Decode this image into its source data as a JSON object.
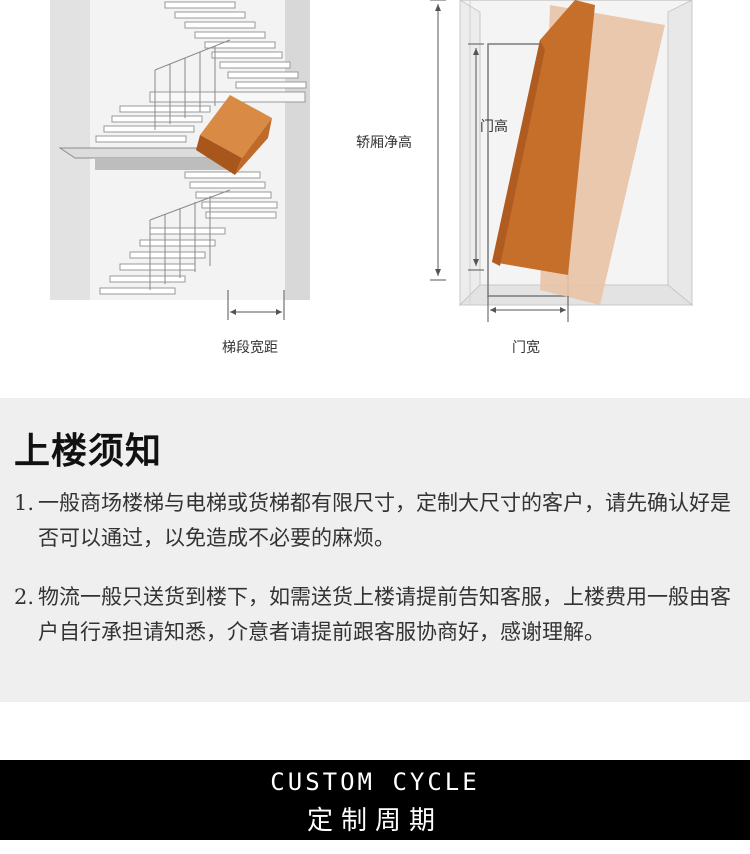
{
  "diagram": {
    "stair_width_label": "梯段宽距",
    "car_height_label": "轿厢净高",
    "door_height_label": "门高",
    "door_width_label": "门宽"
  },
  "notice": {
    "title": "上楼须知",
    "items": [
      {
        "num": "1.",
        "text": "一般商场楼梯与电梯或货梯都有限尺寸，定制大尺寸的客户，请先确认好是否可以通过，以免造成不必要的麻烦。"
      },
      {
        "num": "2.",
        "text": "物流一般只送货到楼下，如需送货上楼请提前告知客服，上楼费用一般由客户自行承担请知悉，介意者请提前跟客服协商好，感谢理解。"
      }
    ]
  },
  "banner": {
    "english": "CUSTOM CYCLE",
    "chinese": "定制周期"
  },
  "colors": {
    "box_orange": "#c66f2b",
    "box_light": "#e9c3a6",
    "notice_bg": "#efefef",
    "banner_bg": "#000000"
  }
}
